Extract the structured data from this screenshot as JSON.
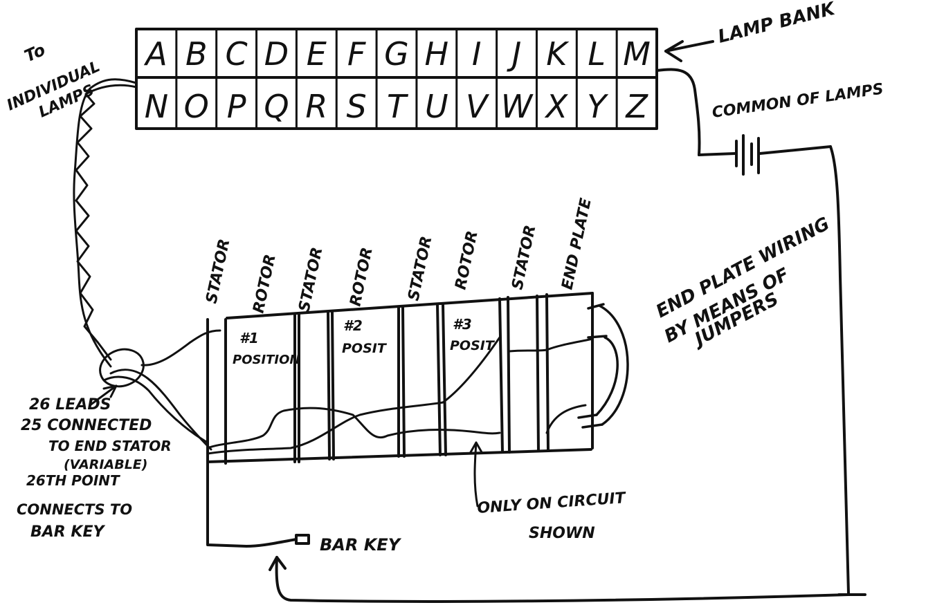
{
  "lamp_bank": {
    "row1": [
      "A",
      "B",
      "C",
      "D",
      "E",
      "F",
      "G",
      "H",
      "I",
      "J",
      "K",
      "L",
      "M"
    ],
    "row2": [
      "N",
      "O",
      "P",
      "Q",
      "R",
      "S",
      "T",
      "U",
      "V",
      "W",
      "X",
      "Y",
      "Z"
    ]
  },
  "labels": {
    "lamp_bank": "LAMP BANK",
    "to_individual_lamps": [
      "To",
      "INDIVIDUAL",
      "LAMPS"
    ],
    "common_of_lamps": "COMMON OF LAMPS",
    "end_plate_wiring": [
      "END PLATE WIRING",
      "BY MEANS OF",
      "JUMPERS"
    ],
    "leads_note": [
      "26 LEADS",
      "25 CONNECTED",
      "TO END STATOR",
      "(VARIABLE)",
      "26TH POINT",
      "CONNECTS TO",
      "BAR KEY"
    ],
    "only_one_circuit": [
      "ONLY ON CIRCUIT",
      "SHOWN"
    ],
    "bar_key": "BAR KEY"
  },
  "plates": {
    "headers": [
      "STATOR",
      "ROTOR",
      "STATOR",
      "ROTOR",
      "STATOR",
      "ROTOR",
      "STATOR",
      "END PLATE"
    ],
    "rotor_notes": [
      [
        "#1",
        "POSITION"
      ],
      [
        "#2",
        "POSIT"
      ],
      [
        "#3",
        "POSIT"
      ]
    ]
  }
}
